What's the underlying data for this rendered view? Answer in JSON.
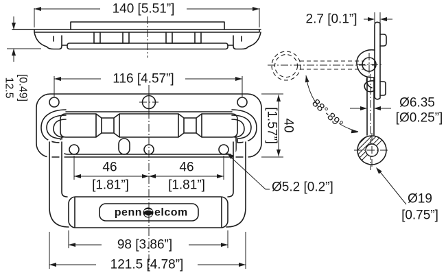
{
  "meta": {
    "background": "#ffffff",
    "line_color": "#1c1c1c"
  },
  "top_view": {
    "overall_width": "140 [5.51”]",
    "depth_mm": "12.5",
    "depth_in": "[0.49]"
  },
  "front_view": {
    "mount_hole_spacing": "116 [4.57”]",
    "plate_height_mm": "40",
    "plate_height_in": "[1.57”]",
    "pitch_left_mm": "46",
    "pitch_left_in": "[1.81”]",
    "pitch_right_mm": "46",
    "pitch_right_in": "[1.81”]",
    "mount_hole_dia": "Ø5.2 [0.2”]",
    "grip_length": "98 [3.86”]",
    "handle_width": "121.5 [4.78”]",
    "logo_penn": "penn",
    "logo_elcom": "elcom"
  },
  "side_view": {
    "plate_thickness": "2.7 [0.1”]",
    "rod_dia_mm": "Ø6.35",
    "rod_dia_in": "[Ø0.25”]",
    "grip_dia_mm": "Ø19",
    "grip_dia_in": "[0.75”]",
    "swing_angle": "88°-89°"
  }
}
